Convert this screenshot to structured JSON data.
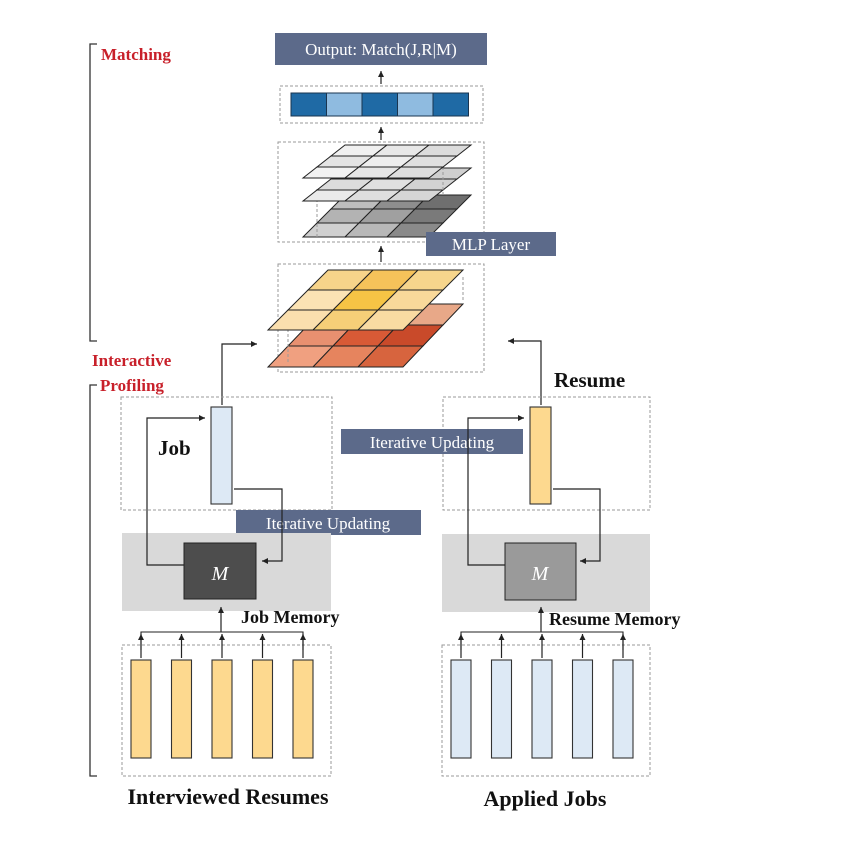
{
  "labels": {
    "matching": "Matching",
    "interactive_profiling_line1": "Interactive",
    "interactive_profiling_line2": "Profiling",
    "output": "Output: Match(J,R|M)",
    "mlp_layer": "MLP Layer",
    "resume": "Resume",
    "job": "Job",
    "iterative_updating_left": "Iterative Updating",
    "iterative_updating_right": "Iterative Updating",
    "memory_symbol_left": "M",
    "memory_symbol_right": "M",
    "job_memory": "Job Memory",
    "resume_memory": "Resume Memory",
    "interviewed_resumes": "Interviewed Resumes",
    "applied_jobs": "Applied Jobs"
  },
  "colors": {
    "section_title_red": "#c8202a",
    "label_box_bg": "#5c6a8a",
    "memory_band": "#d9d9d9",
    "job_memory_cell": "#4d4d4d",
    "resume_memory_cell": "#9a9a9a",
    "job_vector": "#dde9f5",
    "resume_vector": "#fdd98f",
    "output_vector": [
      "#1f6aa5",
      "#8fbbe0",
      "#1f6aa5",
      "#8fbbe0",
      "#1f6aa5"
    ]
  },
  "input_vectors": {
    "interviewed_resumes_count": 5,
    "applied_jobs_count": 5
  }
}
